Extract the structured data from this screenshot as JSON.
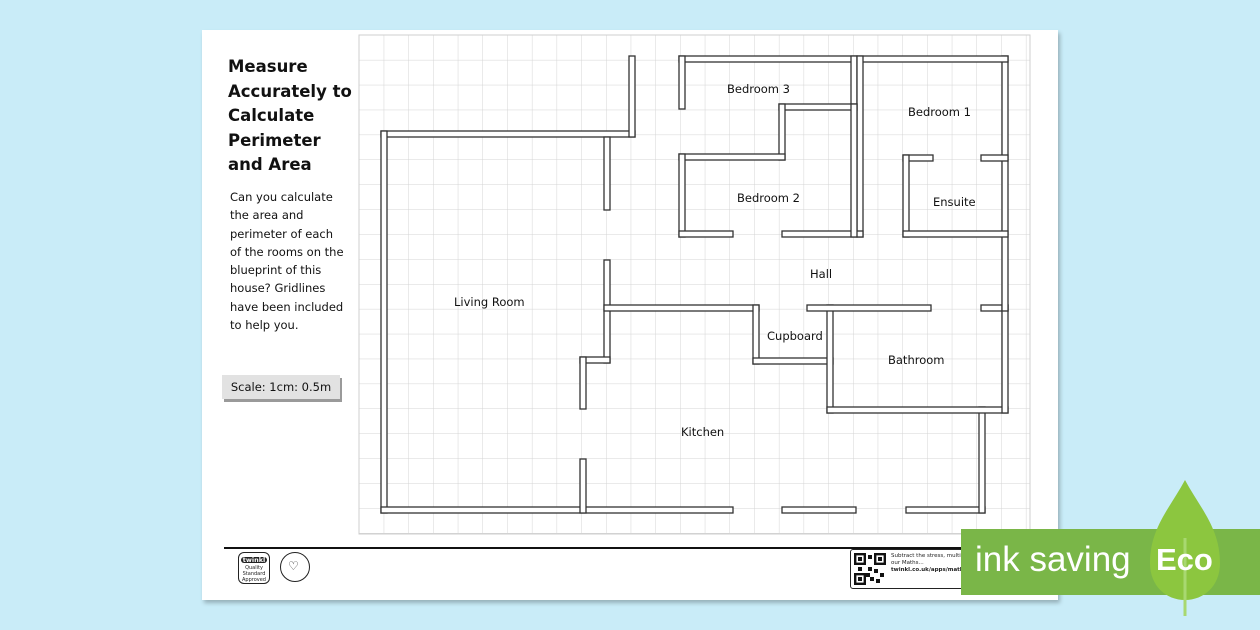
{
  "worksheet": {
    "title": "Measure Accurately to Calculate Perimeter and Area",
    "description": "Can you calculate the area and perimeter of each of the rooms on the blueprint of this house? Gridlines have been included to help you.",
    "scale": "Scale: 1cm: 0.5m"
  },
  "rooms": {
    "living_room": "Living Room",
    "kitchen": "Kitchen",
    "hall": "Hall",
    "cupboard": "Cupboard",
    "bathroom": "Bathroom",
    "bedroom1": "Bedroom 1",
    "bedroom2": "Bedroom 2",
    "bedroom3": "Bedroom 3",
    "ensuite": "Ensuite"
  },
  "footer": {
    "badge_brand": "twinkl",
    "badge_text": "Quality Standard Approved",
    "qr_text": "Subtract the stress, multiply the fun — try our Maths...",
    "qr_url": "twinkl.co.uk/apps/maths"
  },
  "eco": {
    "label": "ink saving",
    "badge": "Eco",
    "color": "#7ab648",
    "leaf_color": "#8cc63f"
  }
}
